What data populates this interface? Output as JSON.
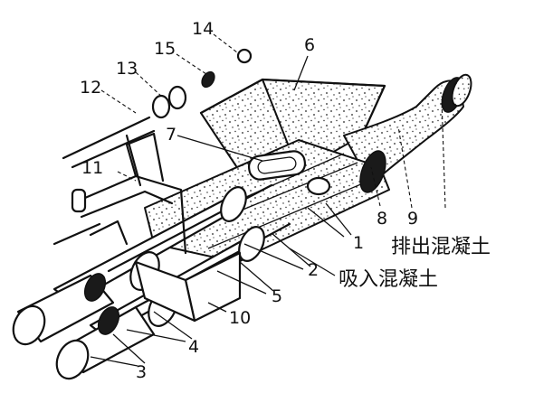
{
  "callouts": {
    "c1": "1",
    "c2": "2",
    "c3": "3",
    "c4": "4",
    "c5": "5",
    "c6": "6",
    "c7": "7",
    "c8": "8",
    "c9": "9",
    "c10": "10",
    "c11": "11",
    "c12": "12",
    "c13": "13",
    "c14": "14",
    "c15": "15"
  },
  "annotations": {
    "discharge": "排出混凝土",
    "suction": "吸入混凝土"
  }
}
